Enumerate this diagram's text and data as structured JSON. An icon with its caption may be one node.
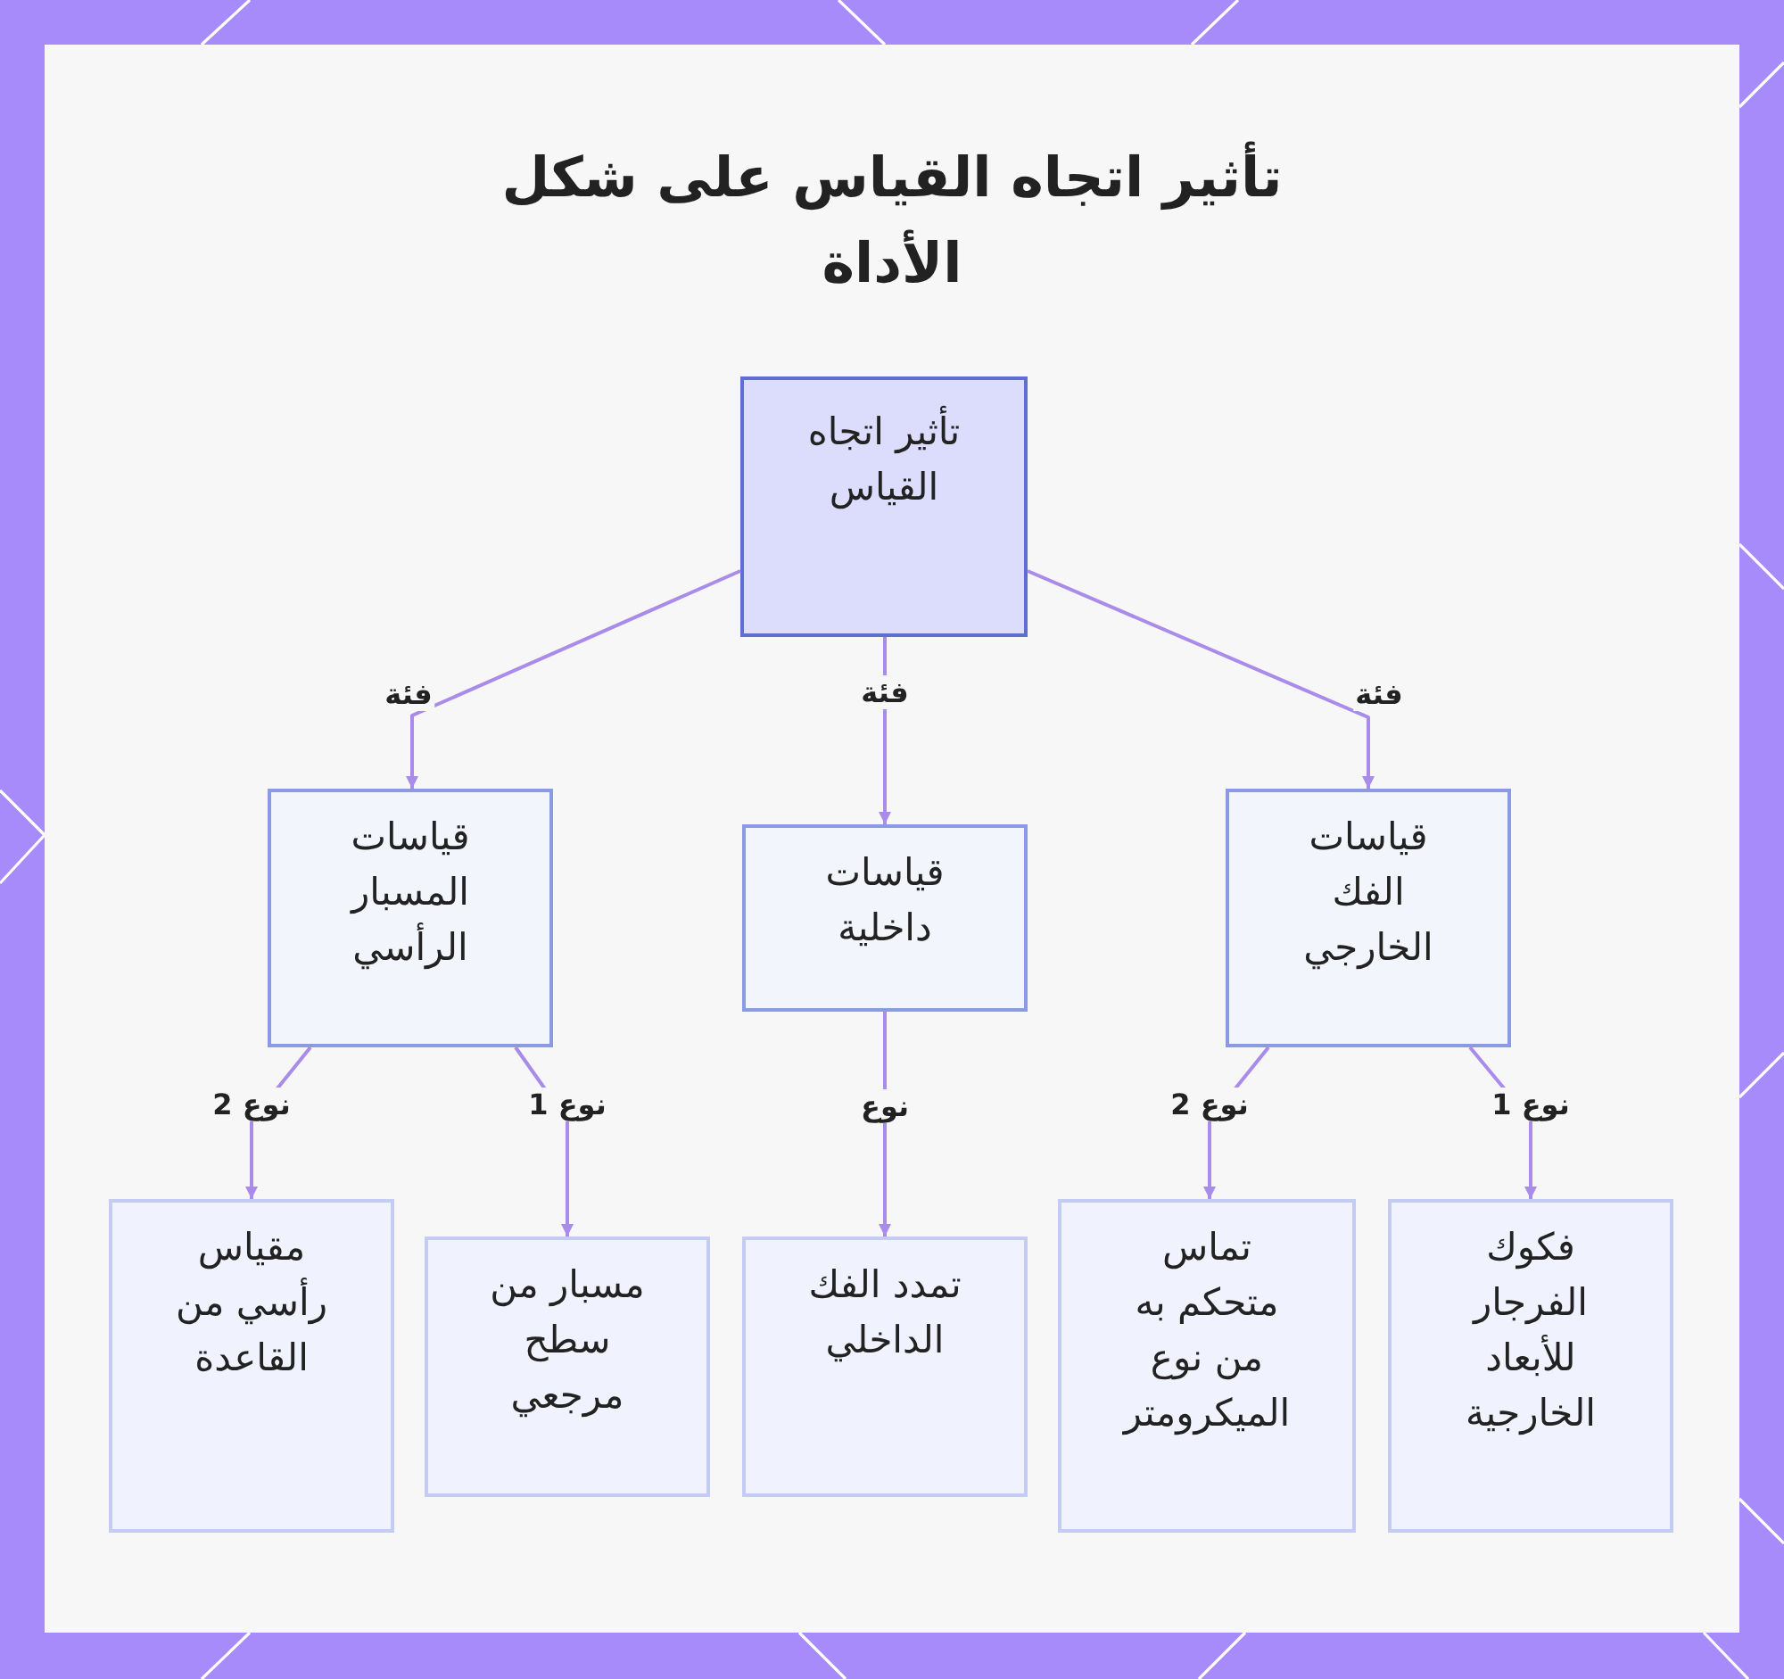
{
  "diagram": {
    "title": "تأثير اتجاه القياس على شكل الأداة",
    "nodes": [
      {
        "text": [
          "تأثير اتجاه القياس"
        ]
      },
      {
        "text": [
          "قياسات المسبار الرأسي"
        ]
      },
      {
        "text": [
          "قياسات داخلية"
        ]
      },
      {
        "text": [
          "قياسات الفك الخارجي"
        ]
      },
      {
        "text": [
          "مقياس رأسي من القاعدة"
        ]
      },
      {
        "text": [
          "مسبار من سطح مرجعي"
        ]
      },
      {
        "text": [
          "تمدد الفك الداخلي"
        ]
      },
      {
        "text": [
          "تماس متحكم به من نوع الميكرومتر"
        ]
      },
      {
        "text": [
          "فكوك الفرجار للأبعاد الخارجية"
        ]
      }
    ],
    "edges": [
      {
        "from": 0,
        "to": 1,
        "arrow": "to",
        "label": "فئة"
      },
      {
        "from": 0,
        "to": 2,
        "arrow": "to",
        "label": "فئة"
      },
      {
        "from": 0,
        "to": 3,
        "arrow": "to",
        "label": "فئة"
      },
      {
        "from": 1,
        "to": 4,
        "arrow": "to",
        "label": "نوع 2"
      },
      {
        "from": 1,
        "to": 5,
        "arrow": "to",
        "label": "نوع 1"
      },
      {
        "from": 2,
        "to": 6,
        "arrow": "to",
        "label": "نوع"
      },
      {
        "from": 3,
        "to": 7,
        "arrow": "to",
        "label": "نوع 2"
      },
      {
        "from": 3,
        "to": 8,
        "arrow": "to",
        "label": "نوع 1"
      }
    ]
  }
}
